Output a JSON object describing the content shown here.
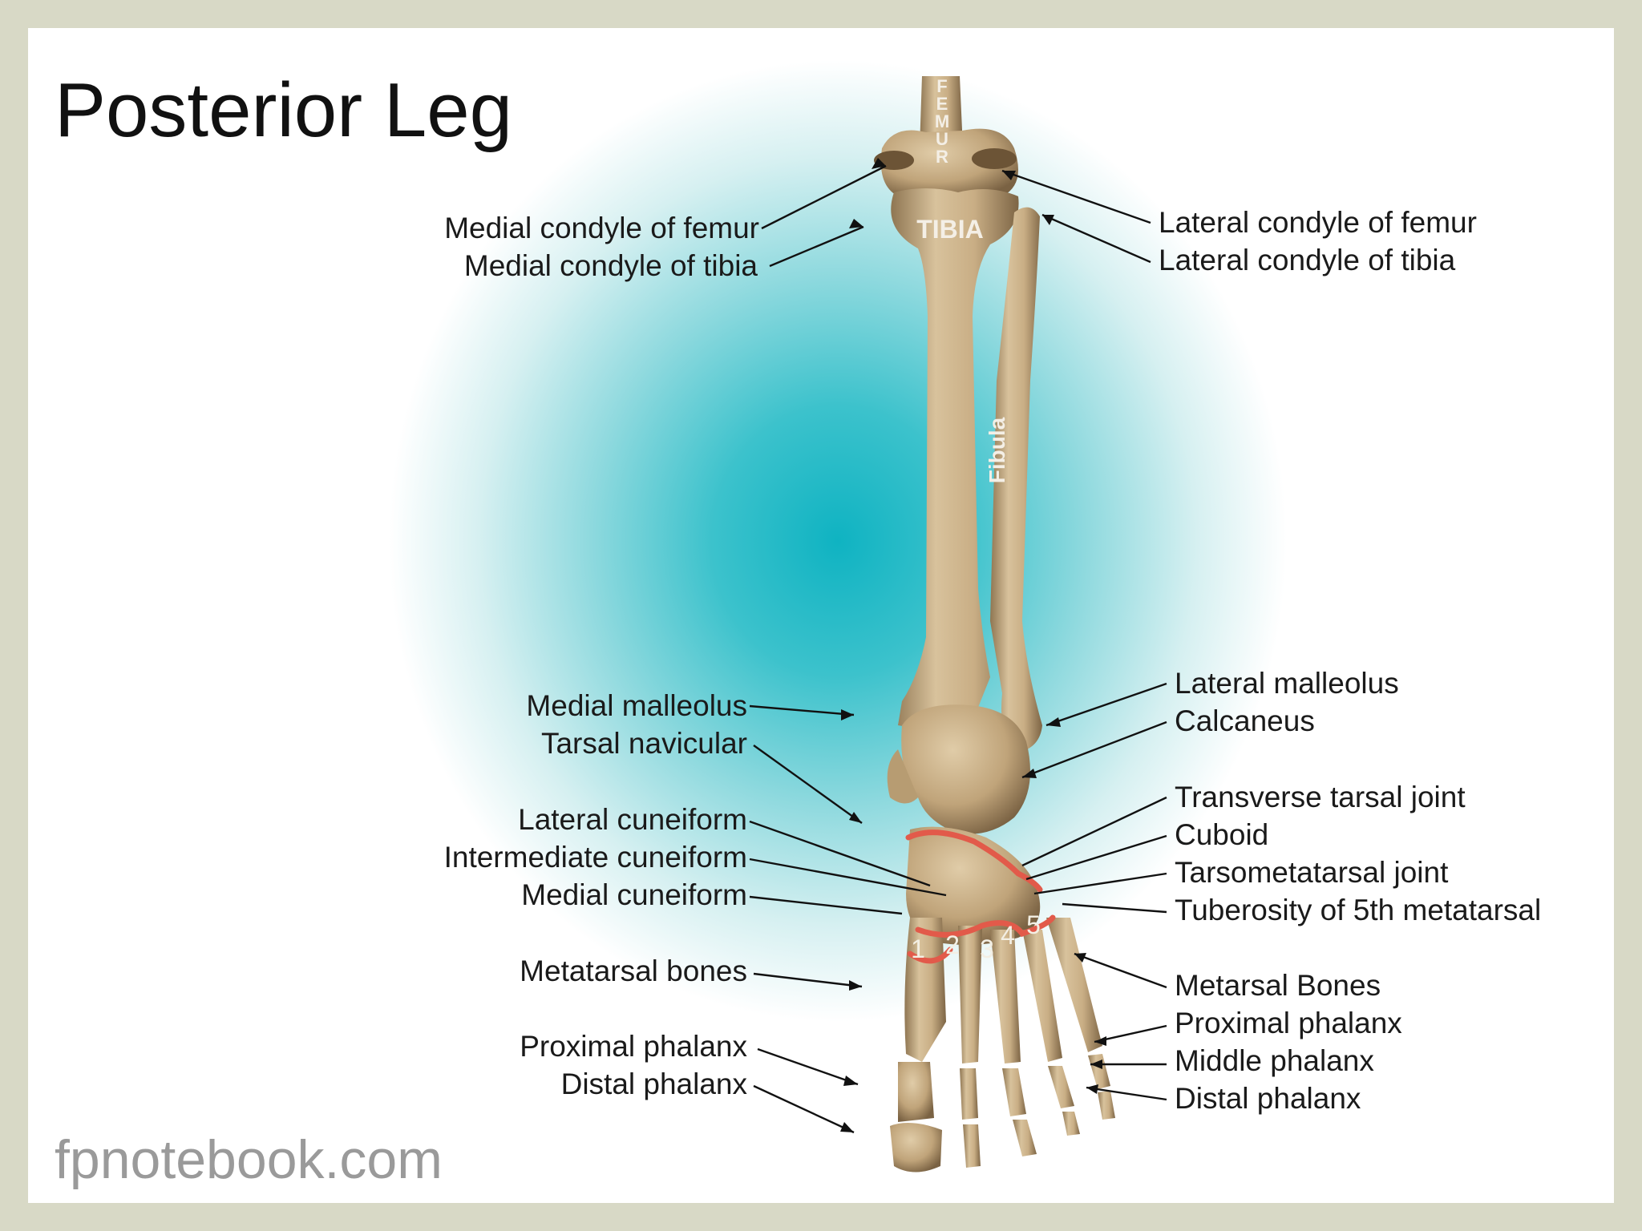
{
  "title": "Posterior Leg",
  "watermark": "fpnotebook.com",
  "bone_labels": {
    "femur_letters": [
      "F",
      "E",
      "M",
      "U",
      "R"
    ],
    "tibia": "TIBIA",
    "fibula": "Fibula"
  },
  "metatarsal_numbers": [
    "1",
    "2",
    "3",
    "4",
    "5"
  ],
  "labels_left": [
    "Medial condyle of femur",
    "Medial condyle of tibia",
    "Medial malleolus",
    "Tarsal navicular",
    "Lateral cuneiform",
    "Intermediate cuneiform",
    "Medial cuneiform",
    "Metatarsal bones",
    "Proximal phalanx",
    "Distal phalanx"
  ],
  "labels_right": [
    "Lateral condyle of femur",
    "Lateral condyle of tibia",
    "Lateral malleolus",
    "Calcaneus",
    "Transverse tarsal joint",
    "Cuboid",
    "Tarsometatarsal joint",
    "Tuberosity of 5th metatarsal",
    "Metarsal Bones",
    "Proximal phalanx",
    "Middle phalanx",
    "Distal phalanx"
  ],
  "colors": {
    "frame": "#d8d9c6",
    "background_glow": "#0fb3c2",
    "bone": "#cdb48c",
    "joint_highlight": "#e25a4a"
  }
}
